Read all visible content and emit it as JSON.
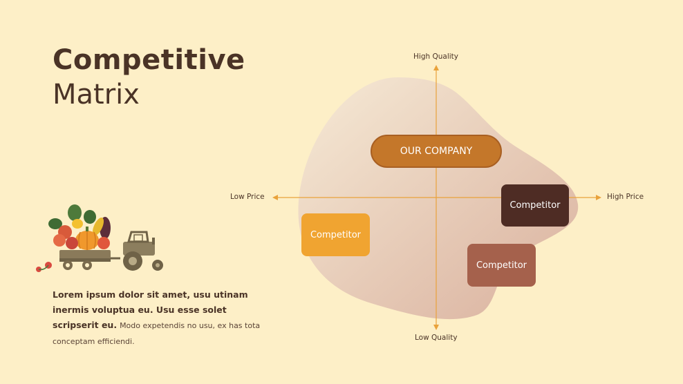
{
  "title": {
    "bold": "Competitive",
    "light": "Matrix"
  },
  "description": {
    "bold": "Lorem ipsum dolor sit amet, usu utinam inermis voluptua eu. Usu esse solet scripserit eu.",
    "light": "Modo expetendis no usu, ex has tota conceptam efficiendi."
  },
  "axes": {
    "top": "High Quality",
    "bottom": "Low Quality",
    "left": "Low Price",
    "right": "High Price"
  },
  "boxes": {
    "our_company": "OUR COMPANY",
    "competitor_dark": "Competitor",
    "competitor_orange": "Competitor",
    "competitor_brown": "Competitor"
  },
  "colors": {
    "background": "#fdefc7",
    "axis": "#e9a23b",
    "our_company": "#c4772a",
    "competitor_dark": "#4e2c24",
    "competitor_orange": "#f0a431",
    "competitor_brown": "#a5614c",
    "text_dark": "#4a3326"
  },
  "icons": {
    "illustration": "tractor-with-vegetables-icon"
  }
}
